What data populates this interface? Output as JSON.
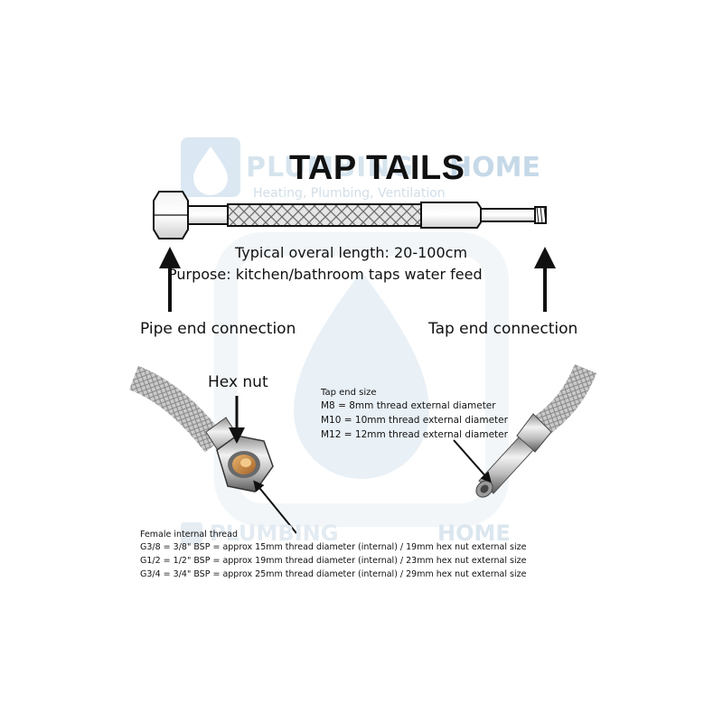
{
  "watermark": {
    "brand_left": "PLUMBING",
    "brand_right": "HOME",
    "tagline": "Heating, Plumbing, Ventilation",
    "bottom_left": "PLUMBING",
    "bottom_right": "HOME",
    "colors": {
      "icon": "#bcd3e6",
      "text": "#d6e4ee",
      "house": "#e6eef5"
    }
  },
  "title": "TAP TAILS",
  "info": {
    "length": "Typical overal length: 20-100cm",
    "purpose": "Purpose: kitchen/bathroom taps water feed"
  },
  "labels": {
    "pipe_end": "Pipe end connection",
    "tap_end": "Tap end connection",
    "hex_nut": "Hex nut"
  },
  "tap_end_sizes": {
    "heading": "Tap end size",
    "lines": [
      "M8 = 8mm thread external diameter",
      "M10 = 10mm thread external diameter",
      "M12 = 12mm thread external diameter"
    ]
  },
  "female_thread": {
    "heading": "Female internal thread",
    "lines": [
      "G3/8 = 3/8\" BSP = approx 15mm thread diameter (internal) / 19mm hex nut external size",
      "G1/2 = 1/2\" BSP = approx 19mm thread diameter (internal) / 23mm hex nut external size",
      "G3/4 = 3/4\" BSP = approx 25mm thread diameter (internal) / 29mm hex nut external size"
    ]
  }
}
